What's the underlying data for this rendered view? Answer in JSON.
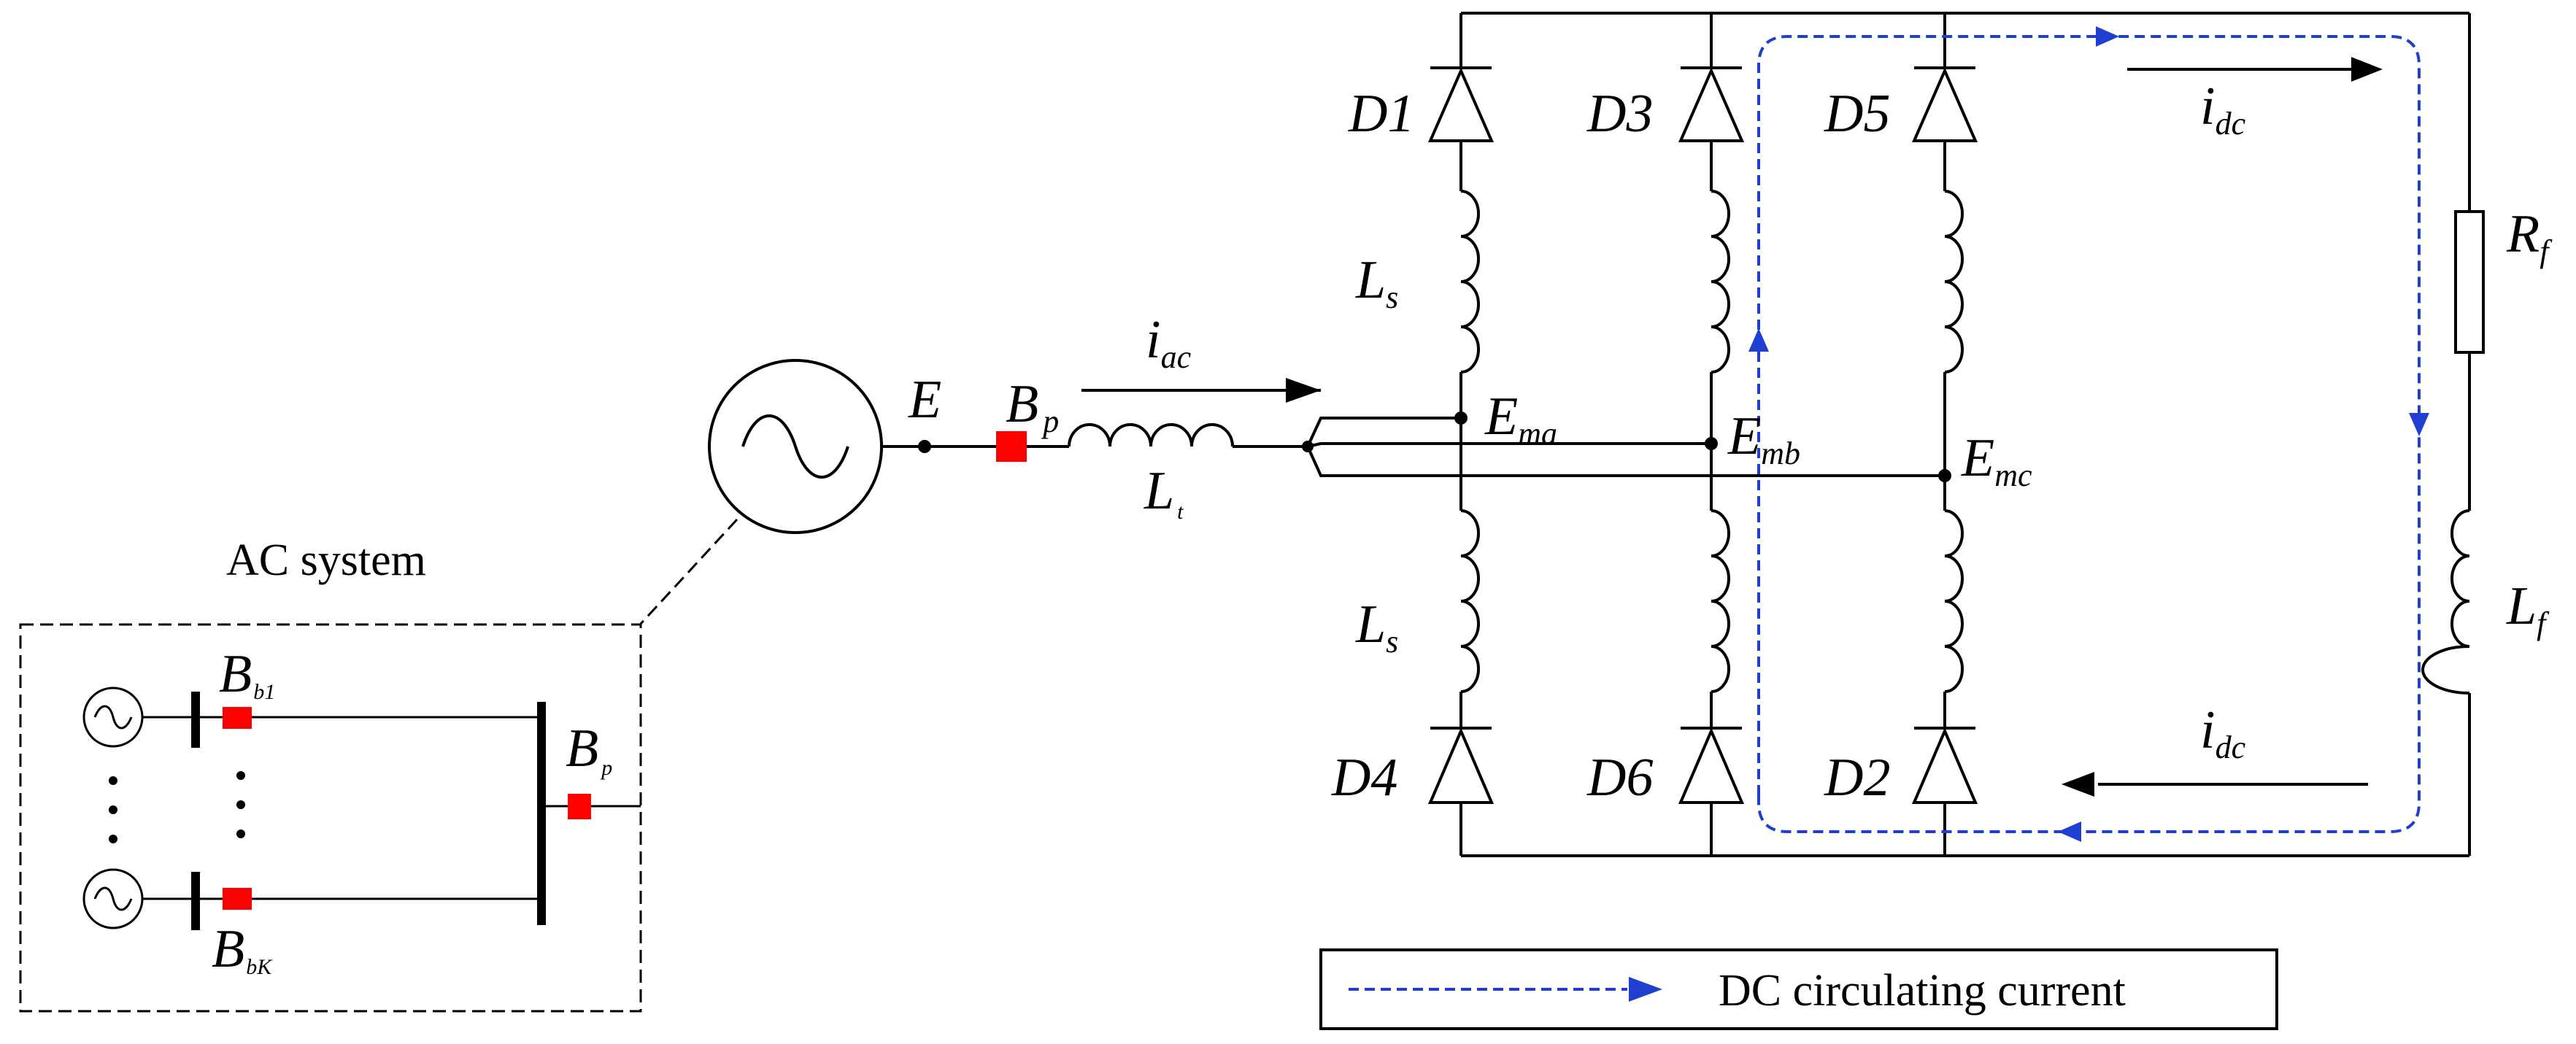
{
  "source": {
    "node": "E",
    "breaker": "B",
    "breaker_sub": "p"
  },
  "line": {
    "current": "i",
    "current_sub": "ac",
    "inductor": "L",
    "inductor_sub": "t"
  },
  "bridge": {
    "diodes": {
      "d1": "D1",
      "d3": "D3",
      "d5": "D5",
      "d4": "D4",
      "d6": "D6",
      "d2": "D2"
    },
    "arm_inductor": "L",
    "arm_inductor_sub": "s",
    "nodes": {
      "a": {
        "main": "E",
        "sub": "ma"
      },
      "b": {
        "main": "E",
        "sub": "mb"
      },
      "c": {
        "main": "E",
        "sub": "mc"
      }
    }
  },
  "dc_side": {
    "current": "i",
    "current_sub": "dc",
    "resistor": "R",
    "resistor_sub": "f",
    "inductor": "L",
    "inductor_sub": "f"
  },
  "ac_system": {
    "title": "AC system",
    "breaker_top": "B",
    "breaker_top_sub": "b1",
    "breaker_bottom": "B",
    "breaker_bottom_sub": "bK",
    "breaker_out": "B",
    "breaker_out_sub": "p"
  },
  "legend": {
    "label": "DC circulating current"
  },
  "colors": {
    "breaker": "#ff0000",
    "circulating": "#1f3fd0"
  }
}
